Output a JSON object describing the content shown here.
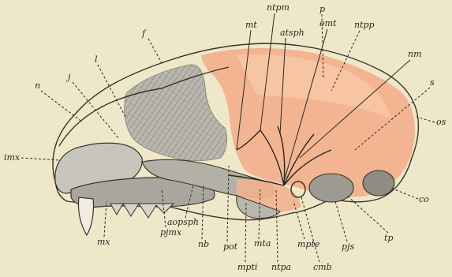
{
  "figure": {
    "labels": {
      "f": "f",
      "ntpm": "ntpm",
      "p": "p",
      "mt": "mt",
      "omt": "omt",
      "atsph": "atsph",
      "ntpp": "ntpp",
      "l": "l",
      "j": "j",
      "n": "n",
      "nm": "nm",
      "s": "s",
      "os": "os",
      "imx": "imx",
      "co": "co",
      "mx": "mx",
      "pjmx": "pjmx",
      "aopsph": "aopsph",
      "nb": "nb",
      "pot": "pot",
      "mta": "mta",
      "mpti": "mpti",
      "ntpa": "ntpa",
      "mpte": "mpte",
      "cmb": "cmb",
      "pjs": "pjs",
      "tp": "tp"
    },
    "colors": {
      "background": "#efe7c9",
      "bone_gray": "#bdbab0",
      "bone_dark": "#9d9a92",
      "highlight_orange": "#f2b28e",
      "highlight_orange_light": "#f7c9a8",
      "ink": "#2a2520"
    }
  }
}
